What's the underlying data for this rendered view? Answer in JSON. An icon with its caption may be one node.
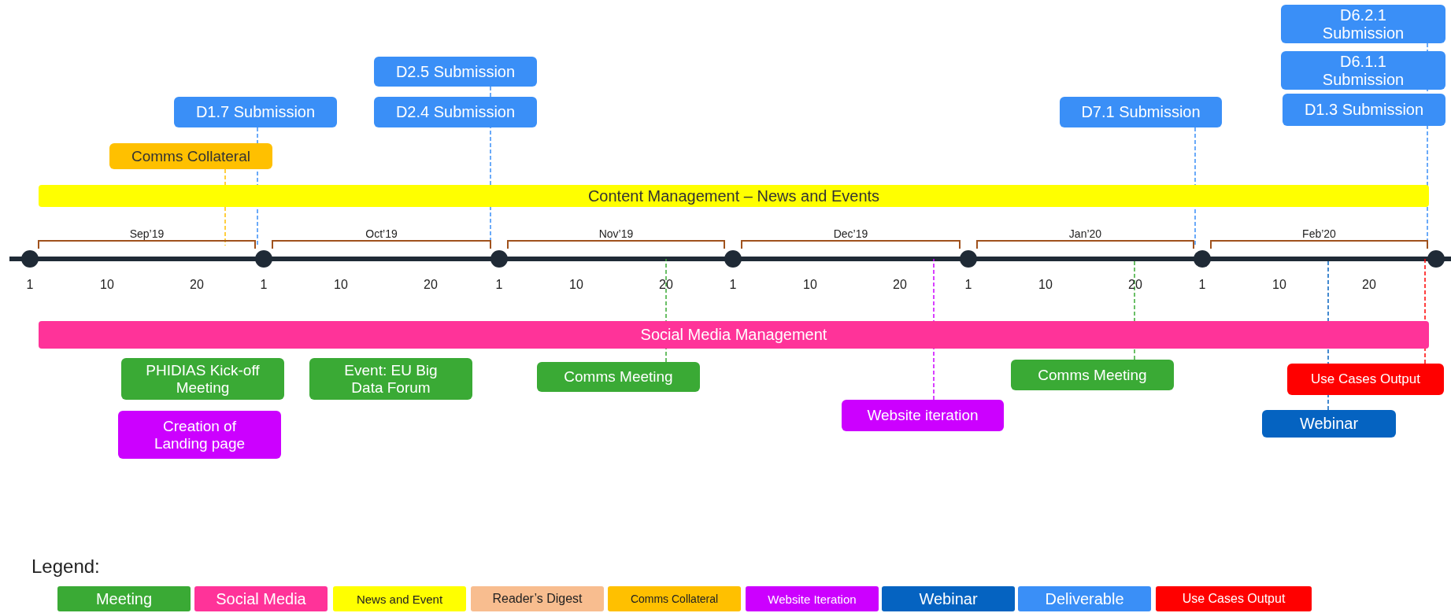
{
  "diagram": {
    "nodes": [
      {
        "text": [
          "D6.2.1 Submission"
        ]
      },
      {
        "text": [
          "D6.1.1 Submission"
        ]
      },
      {
        "text": [
          "D2.5 Submission"
        ]
      },
      {
        "text": [
          "D1.7 Submission"
        ]
      },
      {
        "text": [
          "D2.4 Submission"
        ]
      },
      {
        "text": [
          "D7.1 Submission"
        ]
      },
      {
        "text": [
          "D1.3 Submission"
        ]
      },
      {
        "text": [
          "Comms Collateral"
        ]
      },
      {
        "text": [
          "Content Management – News and Events"
        ]
      },
      {
        "text": [
          "Social Media Management"
        ]
      },
      {
        "text": [
          "PHIDIAS Kick-off Meeting"
        ]
      },
      {
        "text": [
          "Event: EU Big Data Forum"
        ]
      },
      {
        "text": [
          "Comms Meeting"
        ]
      },
      {
        "text": [
          "Comms Meeting"
        ]
      },
      {
        "text": [
          "Use Cases Output"
        ]
      },
      {
        "text": [
          "Creation of Landing page"
        ]
      },
      {
        "text": [
          "Website iteration"
        ]
      },
      {
        "text": [
          "Webinar"
        ]
      }
    ],
    "edges": [
      {
        "from": 0,
        "to": null,
        "arrow": "none",
        "style": "dashed"
      },
      {
        "from": 2,
        "to": null,
        "arrow": "none",
        "style": "dashed"
      },
      {
        "from": 3,
        "to": null,
        "arrow": "none",
        "style": "dashed"
      },
      {
        "from": 5,
        "to": null,
        "arrow": "none",
        "style": "dashed"
      },
      {
        "from": 7,
        "to": null,
        "arrow": "none",
        "style": "dashed",
        "color": "#ffc000"
      },
      {
        "from": 12,
        "to": null,
        "arrow": "none",
        "style": "dashed",
        "color": "#3aaa35"
      },
      {
        "from": 13,
        "to": null,
        "arrow": "none",
        "style": "dashed",
        "color": "#3aaa35"
      },
      {
        "from": 14,
        "to": null,
        "arrow": "none",
        "style": "dashed",
        "color": "#ff0000"
      },
      {
        "from": 16,
        "to": null,
        "arrow": "none",
        "style": "dashed",
        "color": "#cc00ff"
      },
      {
        "from": 17,
        "to": null,
        "arrow": "none",
        "style": "dashed",
        "color": "#0563c1"
      }
    ],
    "labels": [
      "Sep’19",
      "Oct’19",
      "Nov’19",
      "Dec’19",
      "Jan’20",
      "Feb’20",
      "1",
      "10",
      "20",
      "1",
      "10",
      "20",
      "1",
      "10",
      "20",
      "1",
      "10",
      "20",
      "1",
      "10",
      "20",
      "1",
      "10",
      "20",
      "Legend:"
    ],
    "legend": [
      {
        "text": "Meeting",
        "color": "#3aaa35"
      },
      {
        "text": "Social Media",
        "color": "#ff3399"
      },
      {
        "text": "News and Event",
        "color": "#ffff00"
      },
      {
        "text": "Reader’s Digest",
        "color": "#f8bd8f"
      },
      {
        "text": "Comms Collateral",
        "color": "#ffc000"
      },
      {
        "text": "Website Iteration",
        "color": "#cc00ff"
      },
      {
        "text": "Webinar",
        "color": "#0563c1"
      },
      {
        "text": "Deliverable",
        "color": "#3a8ff7"
      },
      {
        "text": "Use Cases Output",
        "color": "#ff0000"
      }
    ]
  }
}
